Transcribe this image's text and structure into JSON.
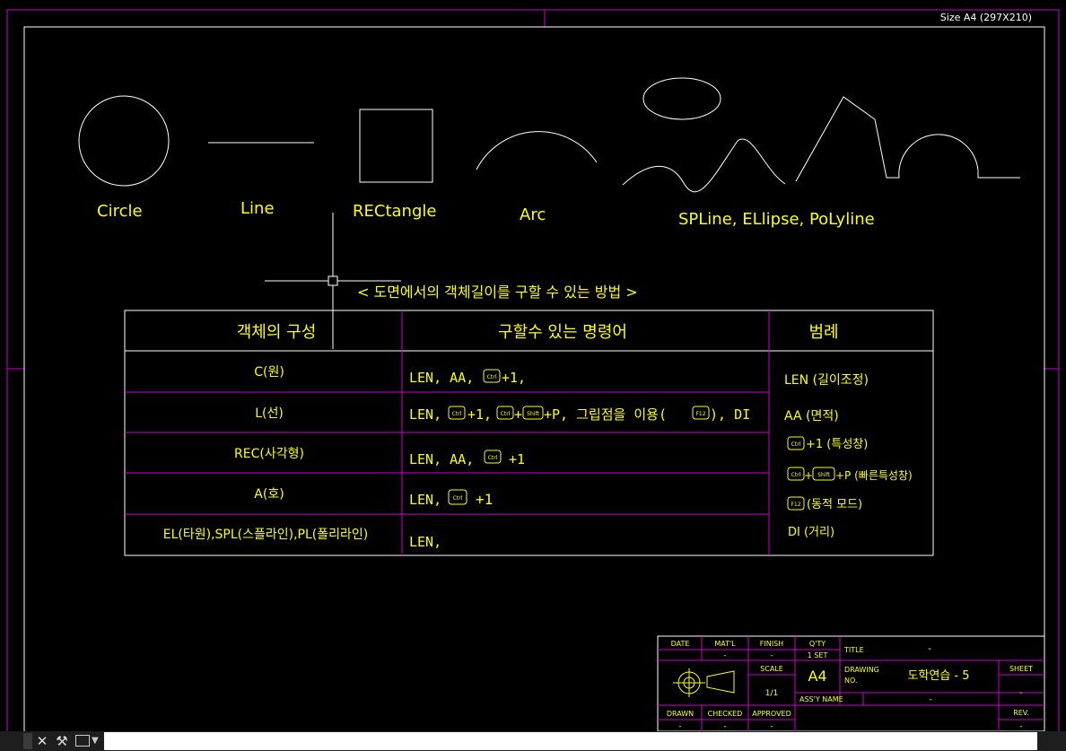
{
  "paper_size": "Size A4 (297X210)",
  "colors": {
    "background": "#000000",
    "frame": "#ffffff",
    "sheet": "#cc00cc",
    "text": "#ffff00",
    "grid": "#cc00cc"
  },
  "shapes": {
    "circle": "Circle",
    "line": "Line",
    "rectangle": "RECtangle",
    "arc": "Arc",
    "spline_ellipse_polyline": "SPLine, ELlipse, PoLyline"
  },
  "table": {
    "title": "< 도면에서의 객체길이를 구할 수 있는 방법 >",
    "headers": [
      "객체의 구성",
      "구할수 있는 명령어",
      "범례"
    ],
    "rows": [
      {
        "object": "C(원)",
        "commands": "LEN, AA, [Ctrl]+1,"
      },
      {
        "object": "L(선)",
        "commands": "LEN, [Ctrl]+1, [Ctrl]+[Shift]+P, 그립점을 이용([F12]), DI"
      },
      {
        "object": "REC(사각형)",
        "commands": "LEN, AA, [Ctrl] +1"
      },
      {
        "object": "A(호)",
        "commands": "LEN, [Ctrl] +1"
      },
      {
        "object": "EL(타원),SPL(스플라인),PL(폴리라인)",
        "commands": "LEN,"
      }
    ],
    "legend": [
      "LEN (길이조정)",
      "AA (면적)",
      "[Ctrl]+1 (특성창)",
      "[Ctrl]+[Shift]+P (빠른특성창)",
      "[F12] (동적 모드)",
      "DI (거리)"
    ]
  },
  "key_labels": {
    "ctrl": "Ctrl",
    "shift": "Shift",
    "f12": "F12"
  },
  "command_parts": {
    "row1_a": "LEN, AA,",
    "row1_b": "+1,",
    "row2_a": "LEN,",
    "row2_b": "+1,",
    "row2_plus": "+",
    "row2_c": "+P, 그립점을 이용(",
    "row2_d": "), DI",
    "row3_a": "LEN, AA,",
    "row3_b": "+1",
    "row4_a": "LEN,",
    "row4_b": "+1",
    "row5_a": "LEN,"
  },
  "legend_parts": {
    "len": "LEN (길이조정)",
    "aa": "AA (면적)",
    "ctrl1": "+1 (특성창)",
    "plus": "+",
    "ctrlshiftp": "+P (빠른특성창)",
    "f12": "(동적 모드)",
    "di": "DI (거리)"
  },
  "title_block": {
    "date": "DATE",
    "matl": "MAT'L",
    "finish": "FINISH",
    "qty": "Q'TY",
    "matl_val": "-",
    "finish_val": "-",
    "qty_val": "1 SET",
    "title_label": "TITLE",
    "title_val": "-",
    "scale": "SCALE",
    "scale_val": "1/1",
    "size": "A4",
    "drawing": "DRAWING",
    "no": "NO.",
    "drawing_no": "도학연습 - 5",
    "sheet": "SHEET",
    "sheet_val": "-",
    "assy_name": "ASS'Y NAME",
    "assy_val": "-",
    "drawn": "DRAWN",
    "checked": "CHECKED",
    "approved": "APPROVED",
    "rev": "REV.",
    "drawn_val": "-",
    "checked_val": "-",
    "approved_val": "-",
    "rev_val": "-"
  },
  "command_line": {
    "close_icon": "close-icon",
    "settings_icon": "wrench-icon",
    "placeholder": ""
  }
}
